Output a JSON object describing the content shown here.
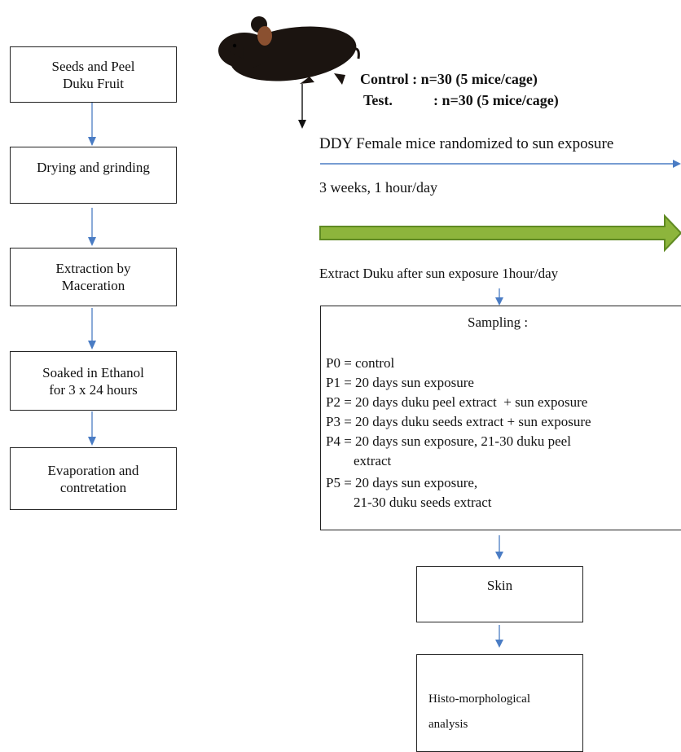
{
  "left_steps": [
    "Seeds and Peel\nDuku Fruit",
    "Drying and grinding",
    "Extraction by\nMaceration",
    "Soaked in Ethanol\nfor 3 x 24 hours",
    "Evaporation and\ncontretation"
  ],
  "groups": {
    "control": "Control : n=30 (5 mice/cage)",
    "test_label": "Test.",
    "test_value": ": n=30 (5 mice/cage)"
  },
  "randomization": "DDY Female mice randomized to sun exposure",
  "duration": "3 weeks, 1 hour/day",
  "extract_note": "Extract Duku  after sun exposure 1hour/day",
  "sampling": {
    "title": "Sampling :",
    "lines": [
      "P0 = control",
      "P1 = 20 days sun exposure",
      "P2 = 20 days duku peel extract  + sun exposure",
      "P3 = 20 days duku seeds extract + sun exposure",
      "P4 = 20 days sun exposure, 21-30 duku peel",
      "        extract",
      "P5 = 20 days sun exposure,",
      "        21-30 duku seeds extract"
    ]
  },
  "skin": "Skin",
  "analysis": [
    "Histo-morphological",
    "analysis"
  ],
  "colors": {
    "arrow_blue": "#4a7cc4",
    "green_fill": "#8db53c",
    "green_border": "#5f8a22"
  },
  "icons": [
    "mouse-image"
  ]
}
